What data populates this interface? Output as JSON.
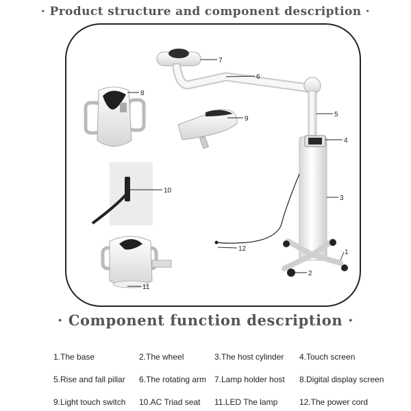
{
  "headings": {
    "structure": "· Product structure and component description ·",
    "function": "· Component function description ·"
  },
  "callouts": [
    "7",
    "6",
    "8",
    "5",
    "9",
    "4",
    "10",
    "3",
    "12",
    "1",
    "2",
    "11"
  ],
  "components": [
    "1.The base",
    "2.The wheel",
    "3.The host cylinder",
    "4.Touch screen",
    "5.Rise and fall pillar",
    "6.The rotating arm",
    "7.Lamp holder host",
    "8.Digital display screen",
    "9.Light touch switch",
    "10.AC Triad seat",
    "11.LED The lamp",
    "12.The power cord"
  ]
}
